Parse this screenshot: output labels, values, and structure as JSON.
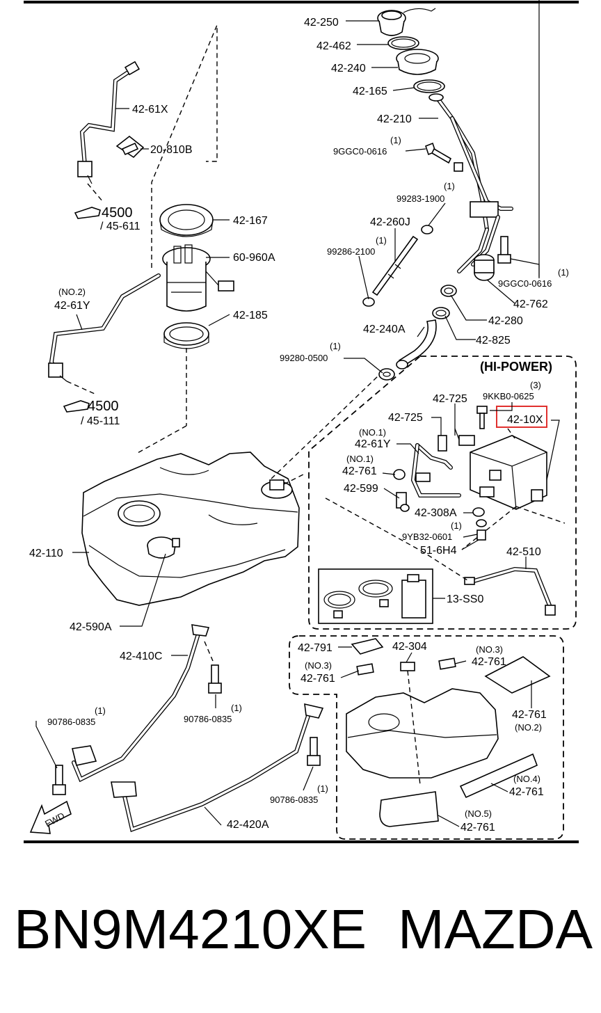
{
  "labels": {
    "p42_250": "42-250",
    "p42_462": "42-462",
    "p42_240": "42-240",
    "p42_165": "42-165",
    "p42_210": "42-210",
    "p9ggc_top_qty": "(1)",
    "p9ggc_top": "9GGC0-0616",
    "p42_61x": "42-61X",
    "p20_810b": "20-810B",
    "ref4500_a": "4500",
    "ref45_611": "/ 45-611",
    "p42_167": "42-167",
    "p60_960a": "60-960A",
    "p42_185": "42-185",
    "p42_61y_note": "(NO.2)",
    "p42_61y": "42-61Y",
    "ref4500_b": "4500",
    "ref45_111": "/ 45-111",
    "p99283_qty": "(1)",
    "p99283": "99283-1900",
    "p42_260j": "42-260J",
    "p99286_qty": "(1)",
    "p99286": "99286-2100",
    "p9ggc_right_qty": "(1)",
    "p9ggc_right": "9GGC0-0616",
    "p42_762": "42-762",
    "p42_280": "42-280",
    "p42_240a": "42-240A",
    "p42_825": "42-825",
    "p99280_qty": "(1)",
    "p99280": "99280-0500",
    "hi_power": "(HI-POWER)",
    "p9kkb_qty": "(3)",
    "p9kkb": "9KKB0-0625",
    "p42_725_a": "42-725",
    "p42_10x": "42-10X",
    "p42_725_b": "42-725",
    "p42_61y_hp_note": "(NO.1)",
    "p42_61y_hp": "42-61Y",
    "p42_761_hp_note": "(NO.1)",
    "p42_761_hp": "42-761",
    "p42_599": "42-599",
    "p42_308a": "42-308A",
    "p9yb32_qty": "(1)",
    "p9yb32": "9YB32-0601",
    "p51_6h4": "51-6H4",
    "p42_510": "42-510",
    "p42_110": "42-110",
    "p13_ss0": "13-SS0",
    "p42_590a": "42-590A",
    "p42_410c": "42-410C",
    "p90786_a_qty": "(1)",
    "p90786_a": "90786-0835",
    "p90786_b_qty": "(1)",
    "p90786_b": "90786-0835",
    "p90786_c_qty": "(1)",
    "p90786_c": "90786-0835",
    "fwd": "FWD",
    "p42_420a": "42-420A",
    "p42_791": "42-791",
    "p42_304": "42-304",
    "p42_761_no3a_note": "(NO.3)",
    "p42_761_no3a": "42-761",
    "p42_761_no3b_note": "(NO.3)",
    "p42_761_no3b": "42-761",
    "p42_761_no2": "42-761",
    "p42_761_no2_note": "(NO.2)",
    "p42_761_no4_note": "(NO.4)",
    "p42_761_no4": "42-761",
    "p42_761_no5_note": "(NO.5)",
    "p42_761_no5": "42-761"
  },
  "highlight": {
    "part": "42-10X",
    "color": "#e0302e"
  },
  "footer": {
    "part_number": "BN9M4210XE",
    "brand": "MAZDA"
  }
}
